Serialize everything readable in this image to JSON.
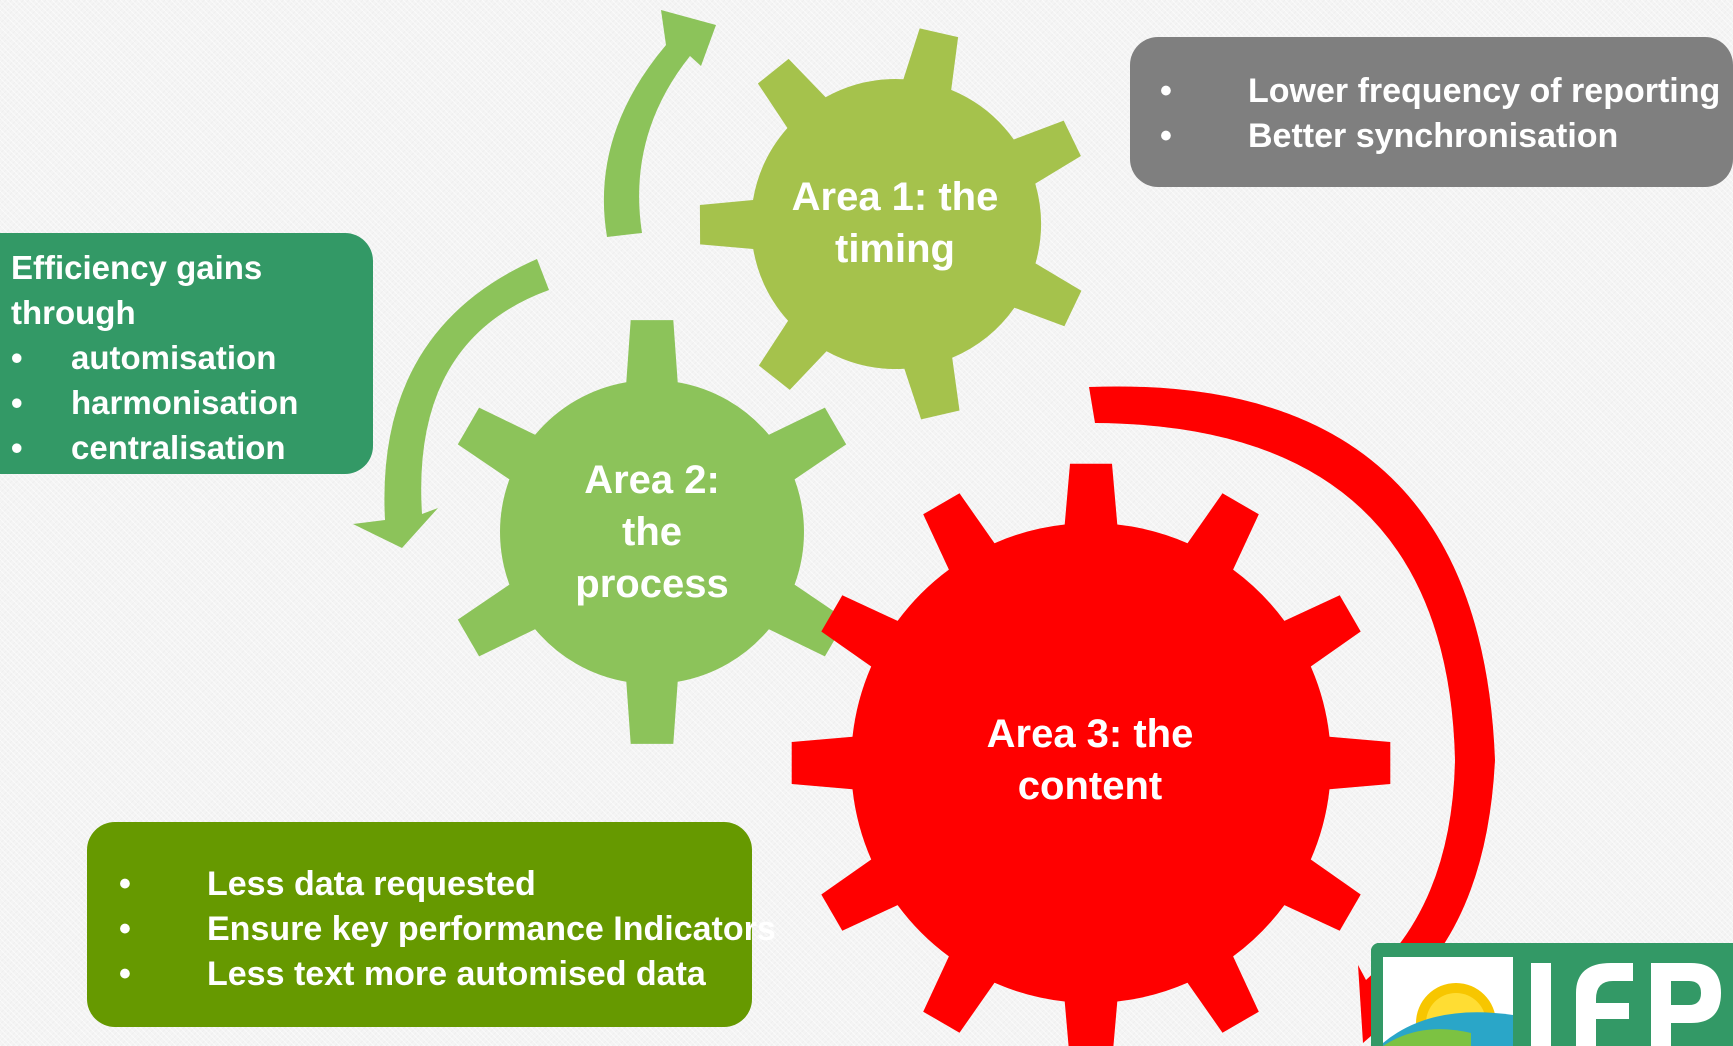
{
  "gears": [
    {
      "id": "area1",
      "lines": [
        "Area 1: the",
        "timing"
      ],
      "color": "#a5c24c"
    },
    {
      "id": "area2",
      "lines": [
        "Area 2:",
        "the",
        "process"
      ],
      "color": "#8cc35a"
    },
    {
      "id": "area3",
      "lines": [
        "Area 3: the",
        "content"
      ],
      "color": "#ff0000"
    }
  ],
  "timing_box": {
    "color": "#7f7f7f",
    "bullets": [
      "Lower frequency of reporting",
      "Better synchronisation"
    ]
  },
  "process_box": {
    "color": "#339966",
    "heading_line1": "Efficiency gains",
    "heading_line2": "through",
    "bullets": [
      "automisation",
      "harmonisation",
      "centralisation"
    ]
  },
  "content_box": {
    "color": "#669900",
    "bullets": [
      "Less data requested",
      "Ensure key performance Indicators",
      "Less text more automised data"
    ]
  },
  "arrows": {
    "green_color": "#8cc35a",
    "red_color": "#ff0000"
  },
  "logo": {
    "text": "IEPI",
    "name": "logo-iepi-icon"
  },
  "bullet_symbol": "•"
}
